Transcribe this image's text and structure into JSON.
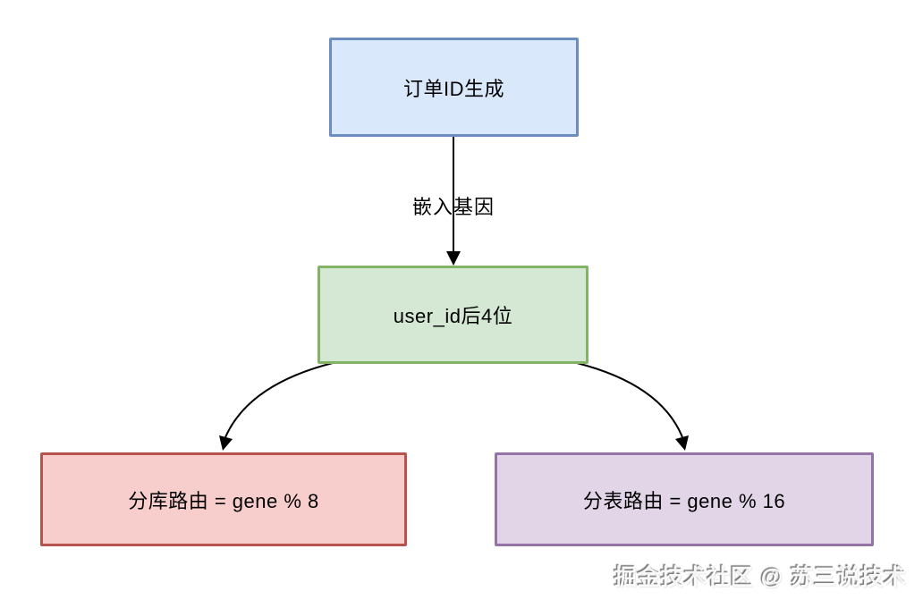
{
  "diagram": {
    "background": "#ffffff",
    "text_color": "#000000",
    "nodes": [
      {
        "id": "order-id-generation",
        "label": "订单ID生成",
        "fill": "#dae8fc",
        "border": "#6c8ebf"
      },
      {
        "id": "user-id-last4",
        "label": "user_id后4位",
        "fill": "#d5e8d4",
        "border": "#82b366"
      },
      {
        "id": "db-shard-route",
        "label": "分库路由 = gene % 8",
        "fill": "#f8cecc",
        "border": "#b85450"
      },
      {
        "id": "table-shard-route",
        "label": "分表路由 = gene % 16",
        "fill": "#e1d5e7",
        "border": "#9673a6"
      }
    ],
    "edges": {
      "stroke": "#000000",
      "embed_gene_label": "嵌入基因"
    },
    "watermark": "掘金技术社区 @ 苏三说技术"
  }
}
